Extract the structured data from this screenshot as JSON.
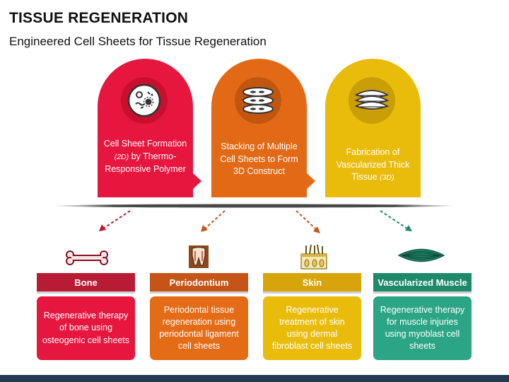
{
  "header": {
    "title": "TISSUE REGENERATION",
    "subtitle": "Engineered Cell Sheets for Tissue Regeneration"
  },
  "steps": [
    {
      "pre": "Cell Sheet Formation ",
      "em": "(2D)",
      "post": " by Thermo-Responsive Polymer",
      "color": "#e6163f"
    },
    {
      "pre": "Stacking of Multiple Cell Sheets to Form 3D Construct",
      "em": "",
      "post": "",
      "color": "#e26a16"
    },
    {
      "pre": "Fabrication of Vascularized Thick Tissue ",
      "em": "(3D)",
      "post": "",
      "color": "#e9bc0c"
    }
  ],
  "applications": [
    {
      "label": "Bone",
      "icon": "bone-icon",
      "description": "Regenerative therapy of bone using osteogenic cell sheets",
      "bar_color": "#b81c34",
      "box_color": "#e6163f"
    },
    {
      "label": "Periodontium",
      "icon": "tooth-icon",
      "description": "Periodontal tissue regeneration using periodontal ligament cell sheets",
      "bar_color": "#c65417",
      "box_color": "#e46c17"
    },
    {
      "label": "Skin",
      "icon": "skin-icon",
      "description": "Regenerative treatment of skin using dermal fibroblast cell sheets",
      "bar_color": "#d7a40b",
      "box_color": "#e9bc0c"
    },
    {
      "label": "Vascularized Muscle",
      "icon": "muscle-icon",
      "description": "Regenerative therapy for muscle injuries using myoblast cell sheets",
      "bar_color": "#1f8a6a",
      "box_color": "#2ba585"
    }
  ]
}
